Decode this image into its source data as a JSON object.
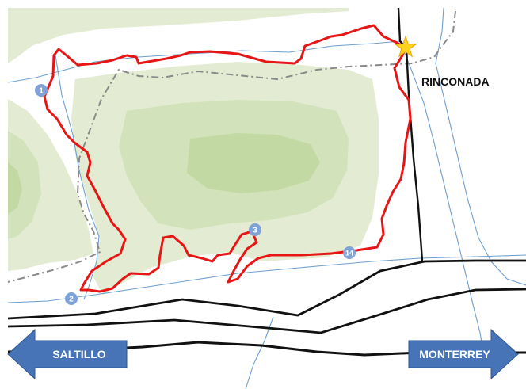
{
  "map": {
    "places": {
      "town": "RINCONADA"
    },
    "directions": {
      "left": "SALTILLO",
      "right": "MONTERREY"
    },
    "waypoints": [
      {
        "id": "waypoint-1",
        "label": "1"
      },
      {
        "id": "waypoint-2",
        "label": "2"
      },
      {
        "id": "waypoint-3",
        "label": "3"
      },
      {
        "id": "waypoint-14",
        "label": "14"
      }
    ],
    "icons": {
      "start": "star-icon"
    },
    "colors": {
      "route": "#e81515",
      "terrain_light": "#e3ecd2",
      "terrain_mid": "#d2e2ba",
      "terrain_dark": "#c3d9a4",
      "river": "#6f9fcf",
      "road": "#111111",
      "boundary": "#8a8a8a",
      "marker": "#7fa3d6",
      "arrow": "#4674b7",
      "star": "#ffd21f"
    }
  }
}
